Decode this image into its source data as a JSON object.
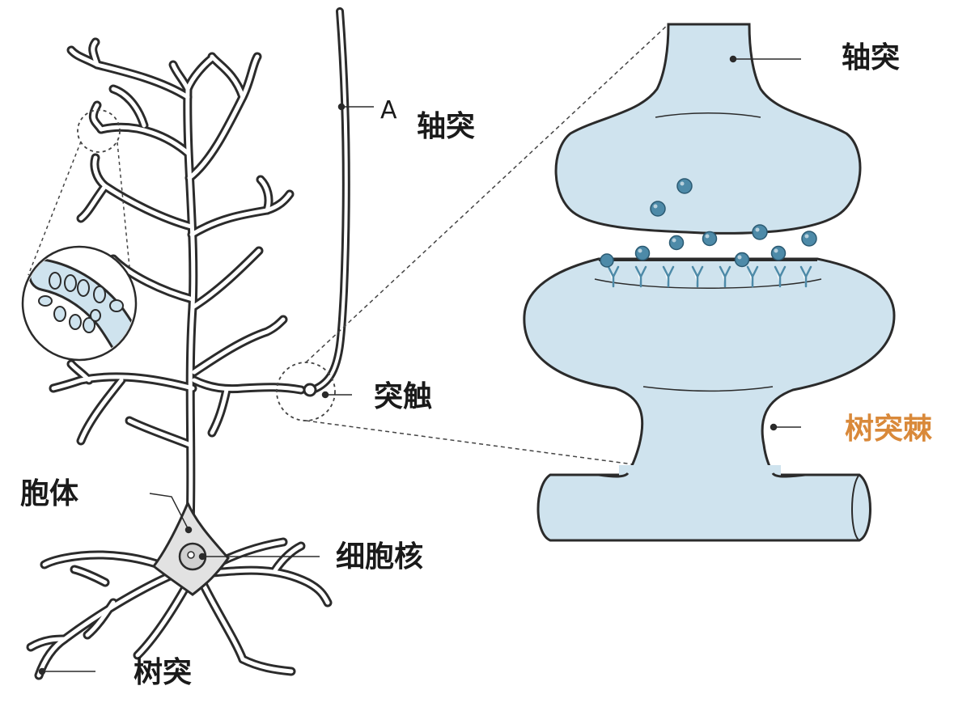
{
  "labels": {
    "axon_top": "轴突",
    "axon_marker": "A",
    "axon_right": "轴突",
    "synapse": "突触",
    "dendritic_spine": "树突棘",
    "soma": "胞体",
    "nucleus": "细胞核",
    "dendrite": "树突"
  },
  "colors": {
    "outline": "#2b2b2b",
    "membrane_fill": "#cfe3ee",
    "soma_fill": "#e2e2e2",
    "vesicle_fill": "#4d8aa8",
    "spine_label": "#d9893a",
    "text": "#1a1a1a"
  }
}
